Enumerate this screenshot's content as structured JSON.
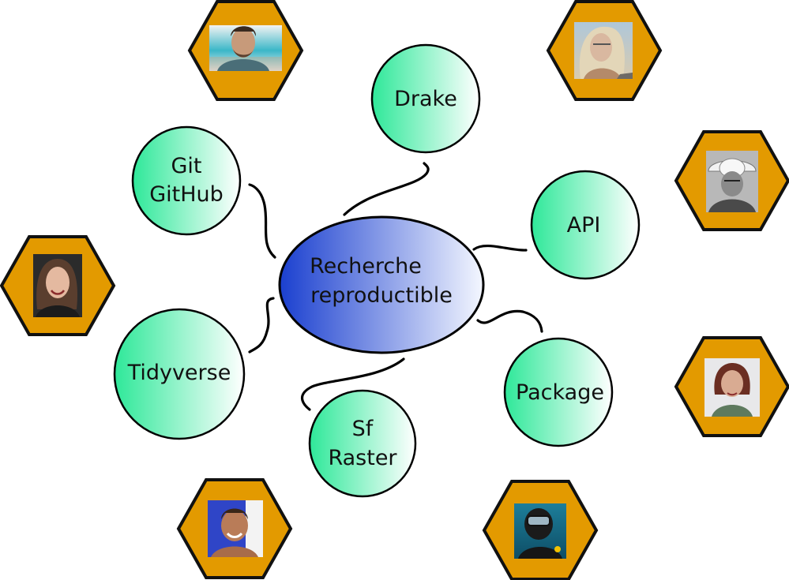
{
  "colors": {
    "hexagon_fill": "#E39A00",
    "hexagon_stroke": "#111111",
    "node_gradient_start": "#2EE899",
    "node_gradient_end": "#FFFFFF",
    "center_gradient_start": "#1A3FCF",
    "center_gradient_end": "#F4F7FF"
  },
  "center": {
    "line1": "Recherche",
    "line2": "reproductible"
  },
  "nodes": {
    "drake": {
      "line1": "Drake"
    },
    "git": {
      "line1": "Git",
      "line2": "GitHub"
    },
    "api": {
      "line1": "API"
    },
    "tidyverse": {
      "line1": "Tidyverse"
    },
    "package": {
      "line1": "Package"
    },
    "sf": {
      "line1": "Sf",
      "line2": "Raster"
    }
  },
  "portraits": [
    {
      "icon": "person-photo-icon",
      "tone": "teal-background"
    },
    {
      "icon": "person-photo-icon",
      "tone": "sky-background"
    },
    {
      "icon": "person-photo-icon",
      "tone": "grayscale-hat"
    },
    {
      "icon": "person-photo-icon",
      "tone": "dark-background"
    },
    {
      "icon": "person-photo-icon",
      "tone": "light-background"
    },
    {
      "icon": "person-photo-icon",
      "tone": "blue-background"
    },
    {
      "icon": "person-photo-icon",
      "tone": "underwater-diver"
    }
  ]
}
